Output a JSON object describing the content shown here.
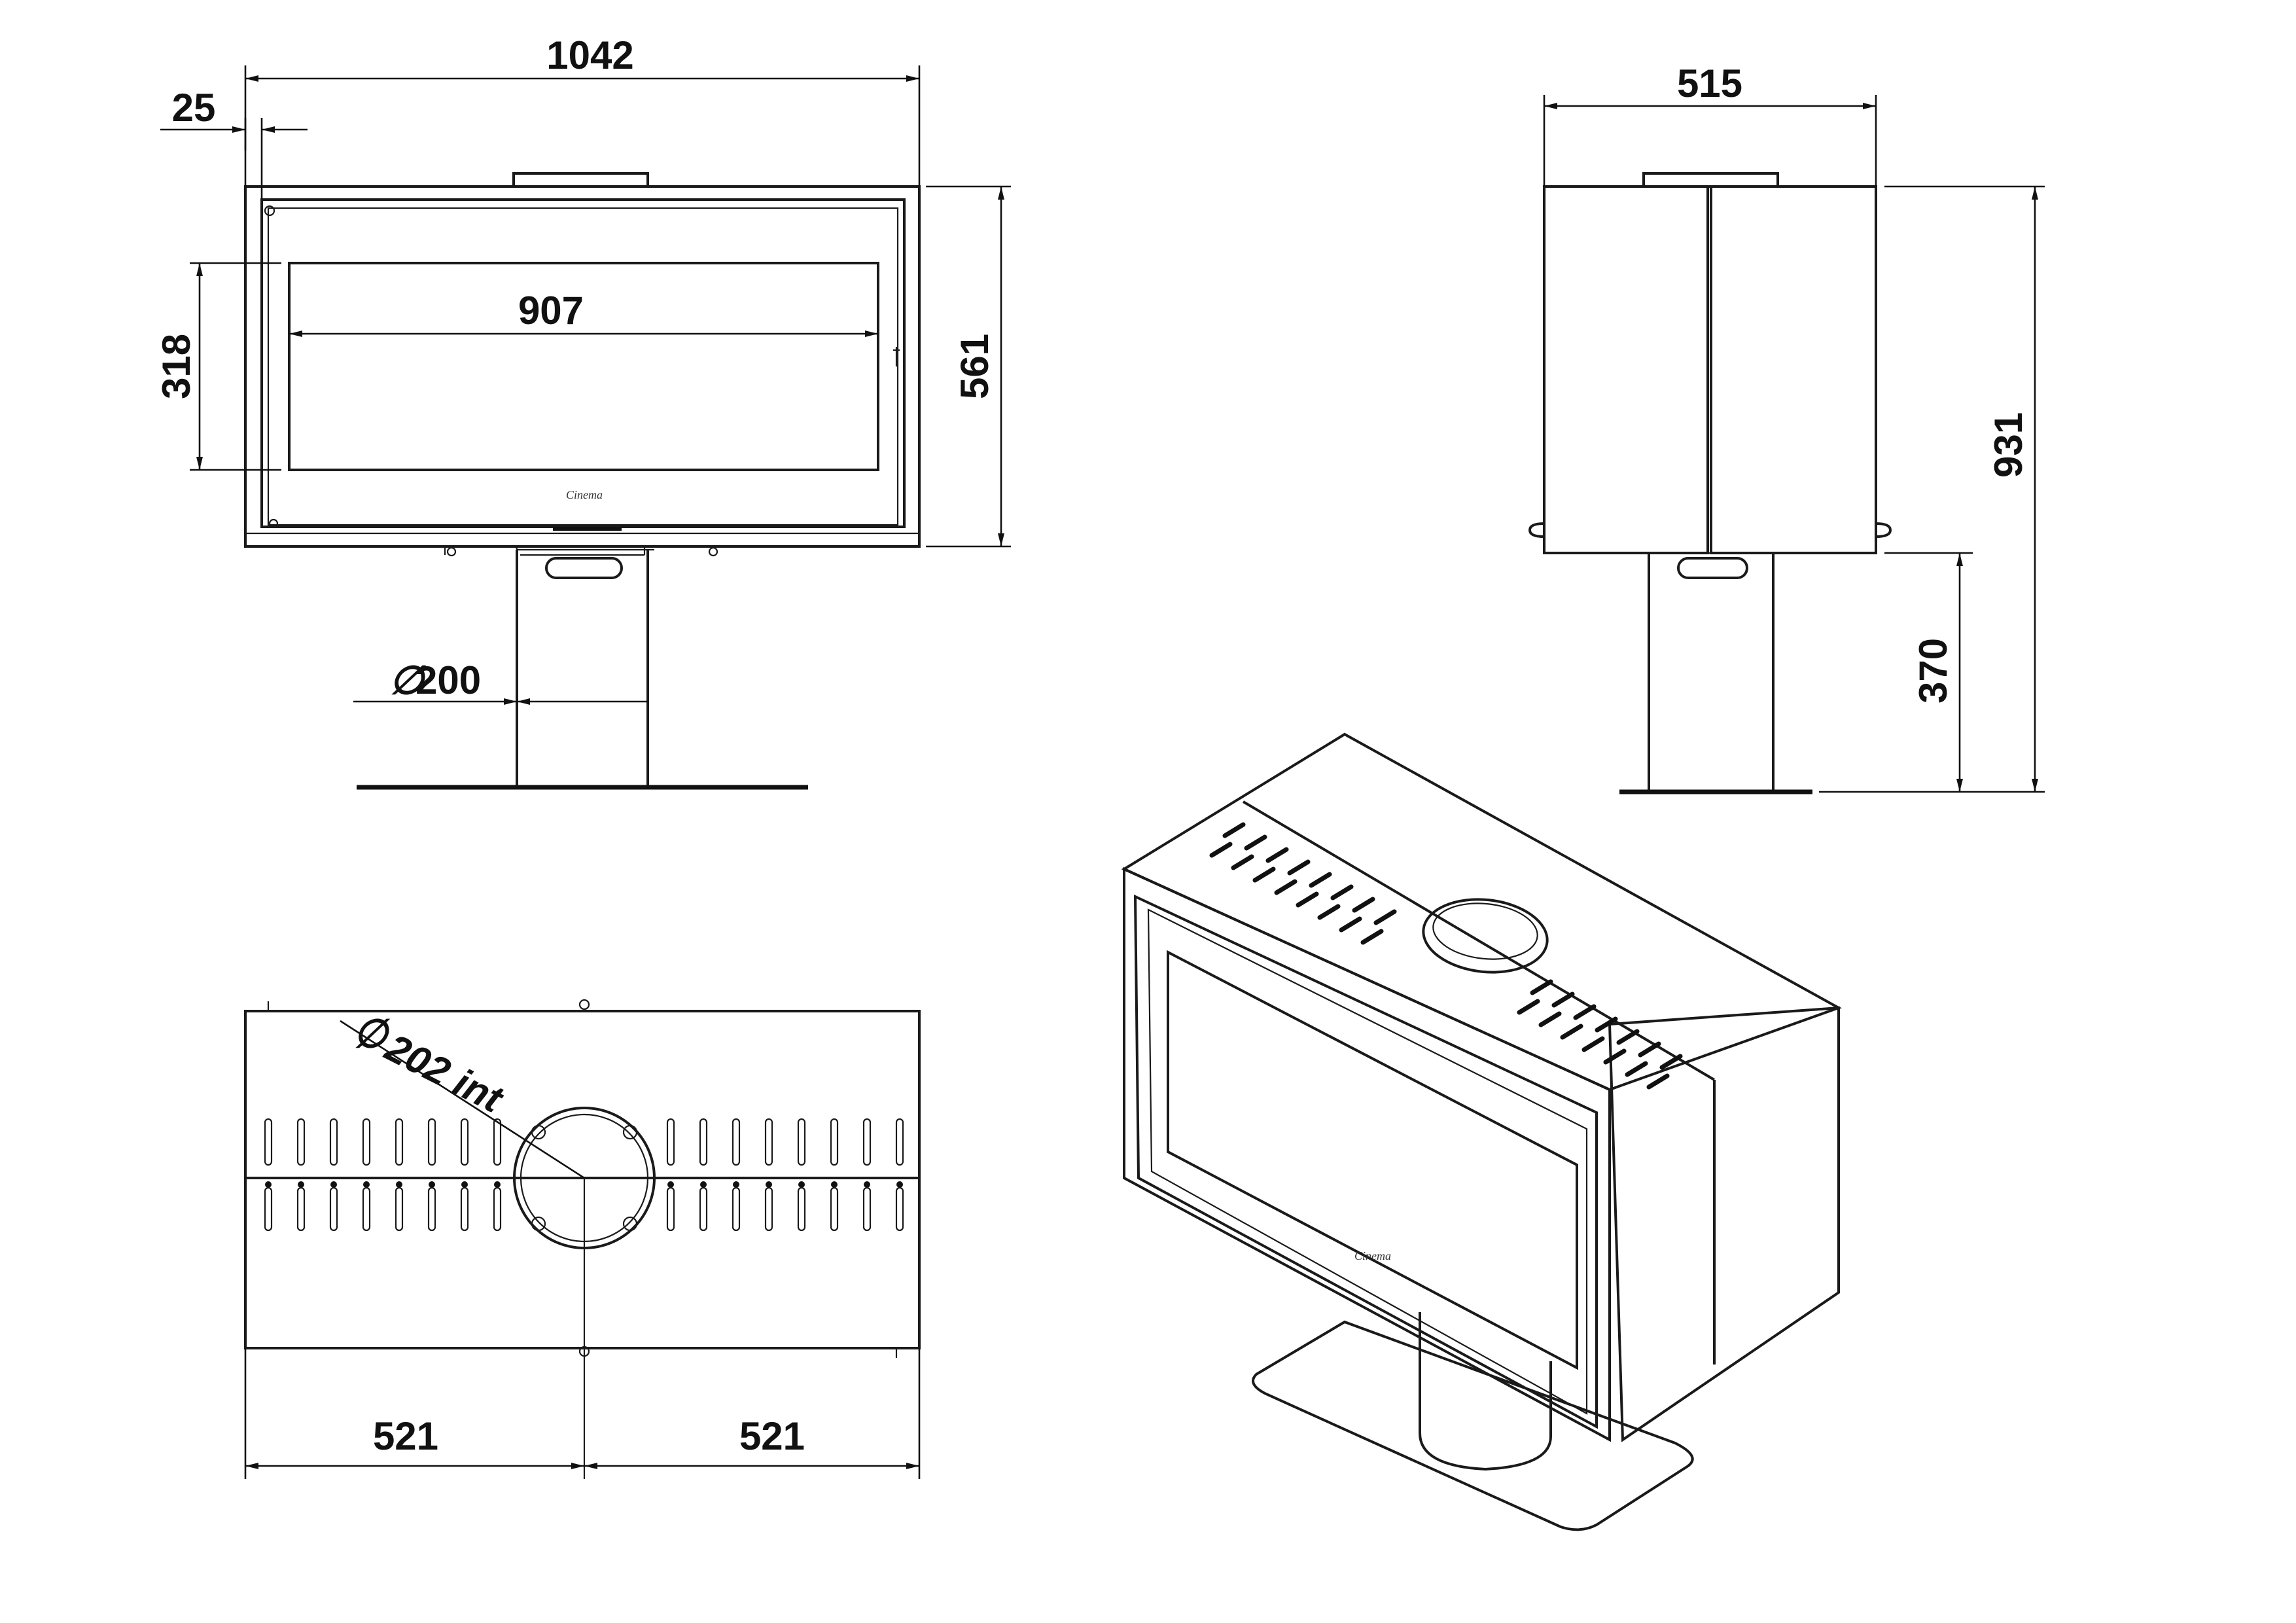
{
  "dimensions": {
    "overall_width": "1042",
    "side_offset": "25",
    "glass_width": "907",
    "glass_height": "318",
    "body_height": "561",
    "pipe_diameter_value": "200",
    "depth": "515",
    "total_height": "931",
    "pedestal_height": "370",
    "flue_diameter": "202 int",
    "half_width_left": "521",
    "half_width_right": "521"
  },
  "symbols": {
    "diameter": "∅"
  },
  "logo": {
    "front_text": "Cinema",
    "iso_text": "Cinema"
  }
}
